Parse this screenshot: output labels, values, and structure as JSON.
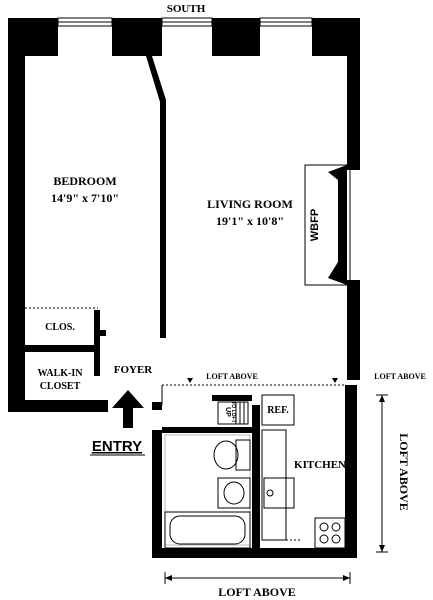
{
  "compass": {
    "south": "SOUTH"
  },
  "rooms": {
    "bedroom": {
      "name": "BEDROOM",
      "dims": "14'9\" x 7'10\""
    },
    "living_room": {
      "name": "LIVING ROOM",
      "dims": "19'1\" x 10'8\""
    },
    "fireplace": "WBFP",
    "closet": "CLOS.",
    "walk_in_closet": [
      "WALK-IN",
      "CLOSET"
    ],
    "foyer": "FOYER",
    "kitchen": "KITCHEN",
    "refrigerator": "REF.",
    "stairs": {
      "up": "UP",
      "to_loft": "TO LOFT"
    }
  },
  "entry": "ENTRY",
  "loft": {
    "above_left": "LOFT ABOVE",
    "above_right": "LOFT ABOVE",
    "above_bottom": "LOFT ABOVE",
    "above_side": "LOFT ABOVE"
  }
}
